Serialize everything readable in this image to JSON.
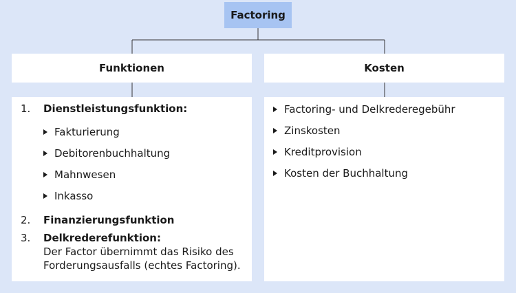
{
  "root": {
    "label": "Factoring"
  },
  "left": {
    "heading": "Funktionen",
    "items": [
      {
        "number": "1.",
        "title": "Dienstleistungsfunktion:",
        "subitems": [
          "Fakturierung",
          "Debitorenbuchhaltung",
          "Mahnwesen",
          "Inkasso"
        ]
      },
      {
        "number": "2.",
        "title": "Finanzierungsfunktion"
      },
      {
        "number": "3.",
        "title": "Delkrederefunktion:",
        "desc_lines": [
          "Der Factor übernimmt das Risiko des",
          "Forderungsausfalls (echtes Factoring)."
        ]
      }
    ]
  },
  "right": {
    "heading": "Kosten",
    "items": [
      "Factoring- und Delkrederegebühr",
      "Zinskosten",
      "Kreditprovision",
      "Kosten der Buchhaltung"
    ]
  },
  "colors": {
    "background": "#dce6f8",
    "root_fill": "#a7c4f2",
    "box_fill": "#ffffff",
    "line": "#333333"
  }
}
